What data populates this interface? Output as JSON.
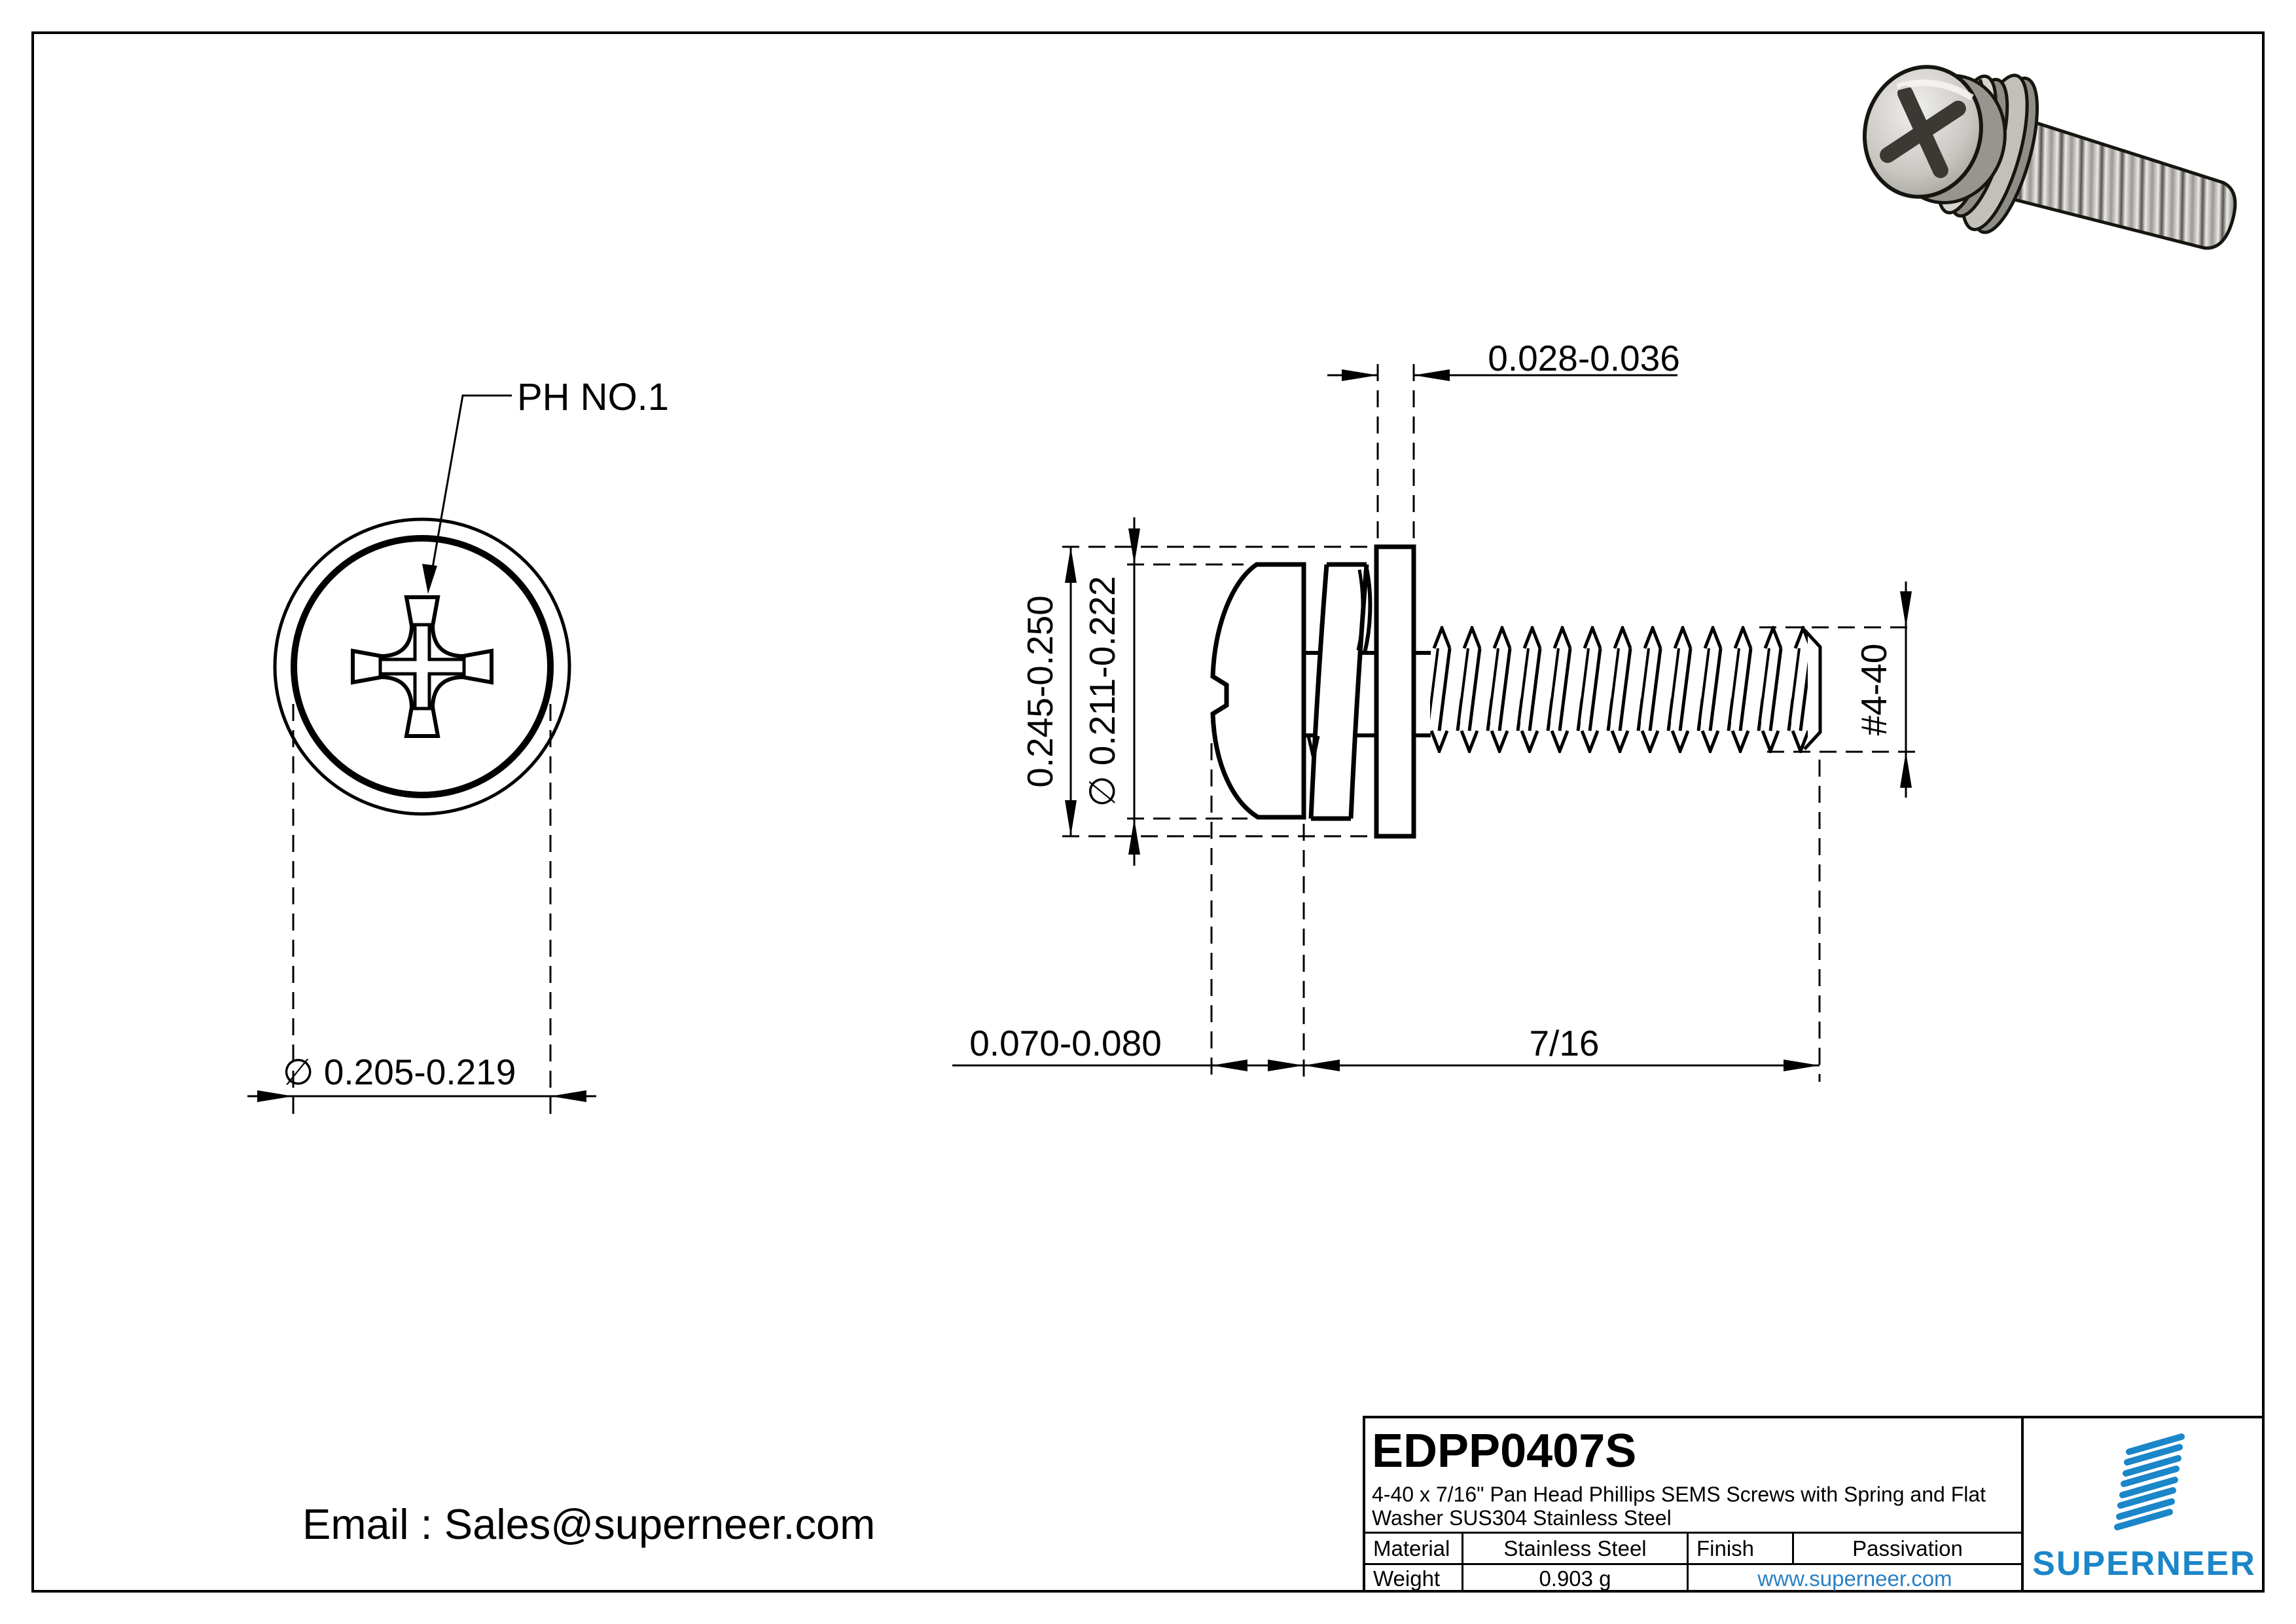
{
  "page": {
    "background": "#ffffff",
    "line_color": "#000000"
  },
  "top_view": {
    "label": "PH NO.1",
    "diameter_dim": "∅ 0.205-0.219"
  },
  "side_view": {
    "washer_thickness_dim": "0.028-0.036",
    "washer_od_dim": "0.245-0.250",
    "head_od_dim": "∅ 0.211-0.222",
    "head_height_dim": "0.070-0.080",
    "thread_length_dim": "7/16",
    "thread_spec_dim": "#4-40"
  },
  "contact": {
    "email_label": "Email : Sales@superneer.com"
  },
  "title_block": {
    "part_number": "EDPP0407S",
    "description": "4-40 x 7/16\" Pan Head Phillips SEMS Screws with Spring and Flat Washer SUS304 Stainless Steel",
    "fields": [
      {
        "label": "Material",
        "value": "Stainless Steel"
      },
      {
        "label": "Finish",
        "value": "Passivation"
      },
      {
        "label": "Weight",
        "value": "0.903 g"
      }
    ],
    "website": "www.superneer.com",
    "brand": "SUPERNEER",
    "brand_color": "#1b86c8",
    "link_color": "#2980c4"
  }
}
